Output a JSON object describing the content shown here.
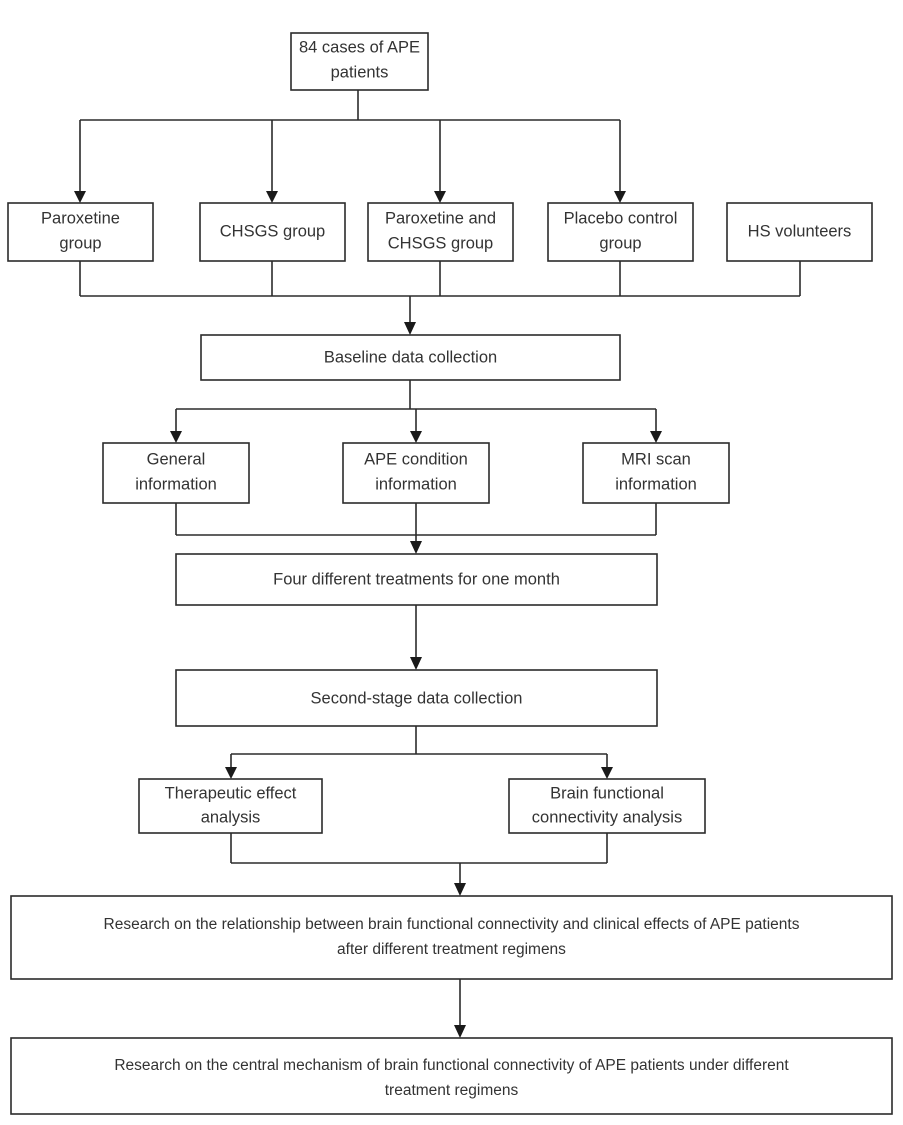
{
  "diagram": {
    "title": "Study flowchart for APE patients",
    "stroke_color": "#2b2b2b",
    "text_color": "#333333",
    "background_color": "#ffffff"
  },
  "nodes": {
    "source": {
      "line1": "84 cases of APE",
      "line2": "patients"
    },
    "groups": [
      {
        "id": "paroxetine-group",
        "line1": "Paroxetine",
        "line2": "group"
      },
      {
        "id": "chsgs-group",
        "line1": "CHSGS group",
        "line2": ""
      },
      {
        "id": "paroxetine-chsgs-group",
        "line1": "Paroxetine and",
        "line2": "CHSGS group"
      },
      {
        "id": "placebo-control-group",
        "line1": "Placebo control",
        "line2": "group"
      },
      {
        "id": "hs-volunteers",
        "line1": "HS volunteers",
        "line2": ""
      }
    ],
    "baseline": {
      "line1": "Baseline data collection",
      "line2": ""
    },
    "baseline_items": [
      {
        "id": "general-information",
        "line1": "General",
        "line2": "information"
      },
      {
        "id": "ape-condition-information",
        "line1": "APE condition",
        "line2": "information"
      },
      {
        "id": "mri-scan-information",
        "line1": "MRI scan",
        "line2": "information"
      }
    ],
    "treatments": {
      "line1": "Four different treatments for one month",
      "line2": ""
    },
    "second_stage": {
      "line1": "Second-stage data collection",
      "line2": ""
    },
    "analyses": [
      {
        "id": "therapeutic-effect-analysis",
        "line1": "Therapeutic effect",
        "line2": "analysis"
      },
      {
        "id": "brain-functional-connectivity-analysis",
        "line1": "Brain functional",
        "line2": "connectivity analysis"
      }
    ],
    "outcome_1": {
      "line1": "Research on the relationship between brain functional connectivity and clinical effects of APE patients",
      "line2": "after different treatment regimens"
    },
    "outcome_2": {
      "line1": "Research on the central mechanism of brain functional connectivity of APE patients under different",
      "line2": "treatment regimens"
    }
  }
}
